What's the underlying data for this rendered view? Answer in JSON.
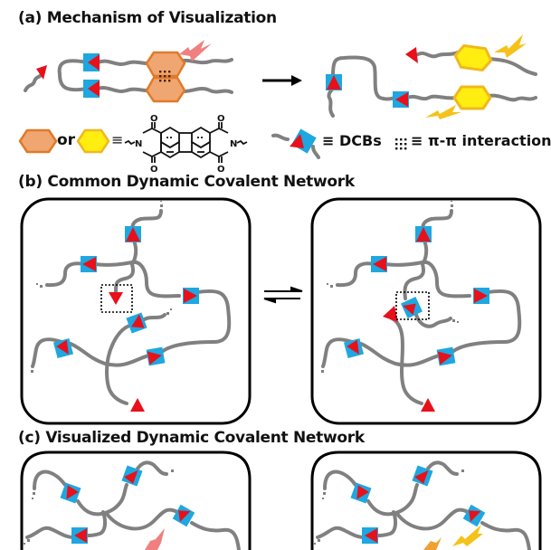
{
  "panels": {
    "a": {
      "title": "(a) Mechanism of Visualization"
    },
    "b": {
      "title": "(b) Common Dynamic Covalent Network"
    },
    "c": {
      "title": "(c) Visualized Dynamic Covalent Network"
    }
  },
  "legend": {
    "or_label": "or",
    "equiv_symbol": "≡",
    "dcb_label": "≡ DCBs",
    "pi_label": "≡ π-π interaction",
    "pdi_atoms": {
      "O": "O",
      "N": "N"
    }
  },
  "colors": {
    "chain": "#808080",
    "dcb_square": "#1ea7e0",
    "dcb_triangle": "#e8101a",
    "orange_fill": "#f0a670",
    "orange_stroke": "#e07a2a",
    "yellow_fill": "#ffee10",
    "yellow_stroke": "#f0b81e",
    "pink_flash": "#f08080",
    "yellow_flash": "#f5c21a",
    "box_stroke": "#000000"
  }
}
